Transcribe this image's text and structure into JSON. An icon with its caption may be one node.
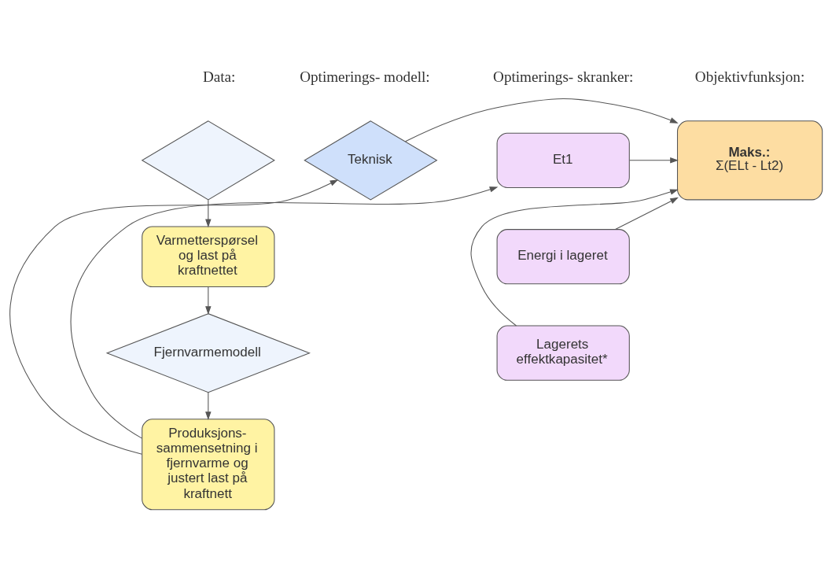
{
  "diagram": {
    "nodes": [
      {
        "text": [],
        "shape": "diamond"
      },
      {
        "text": [
          "Varmetterspørsel og last på kraftnettet"
        ]
      },
      {
        "text": [
          "Fjernvarmemodell"
        ]
      },
      {
        "text": [
          "Produksjons- sammensetning i fjernvarme og justert last på kraftnett"
        ]
      },
      {
        "text": [
          "Teknisk"
        ]
      },
      {
        "text": [
          "Et1"
        ]
      },
      {
        "text": [
          "Energi i lageret"
        ]
      },
      {
        "text": [
          "Lagerets effektkapasitet*"
        ]
      },
      {
        "text": [
          "Maks.:",
          "Σ(ELt - Lt2)"
        ]
      }
    ],
    "edges": [
      {
        "from": 0,
        "to": 1,
        "arrow": "to"
      },
      {
        "from": 1,
        "to": 2,
        "arrow": "to"
      },
      {
        "from": 2,
        "to": 3,
        "arrow": "to"
      },
      {
        "from": 3,
        "to": 4,
        "arrow": "to"
      },
      {
        "from": 3,
        "to": 5,
        "arrow": "to"
      },
      {
        "from": 4,
        "to": 8,
        "arrow": "to"
      },
      {
        "from": 5,
        "to": 8,
        "arrow": "to"
      },
      {
        "from": 6,
        "to": 8,
        "arrow": "to"
      },
      {
        "from": 7,
        "to": 8,
        "arrow": "to"
      }
    ],
    "labels": [
      "Data:",
      "Optimerings- modell:",
      "Optimerings- skranker:",
      "Objektivfunksjon:"
    ]
  }
}
